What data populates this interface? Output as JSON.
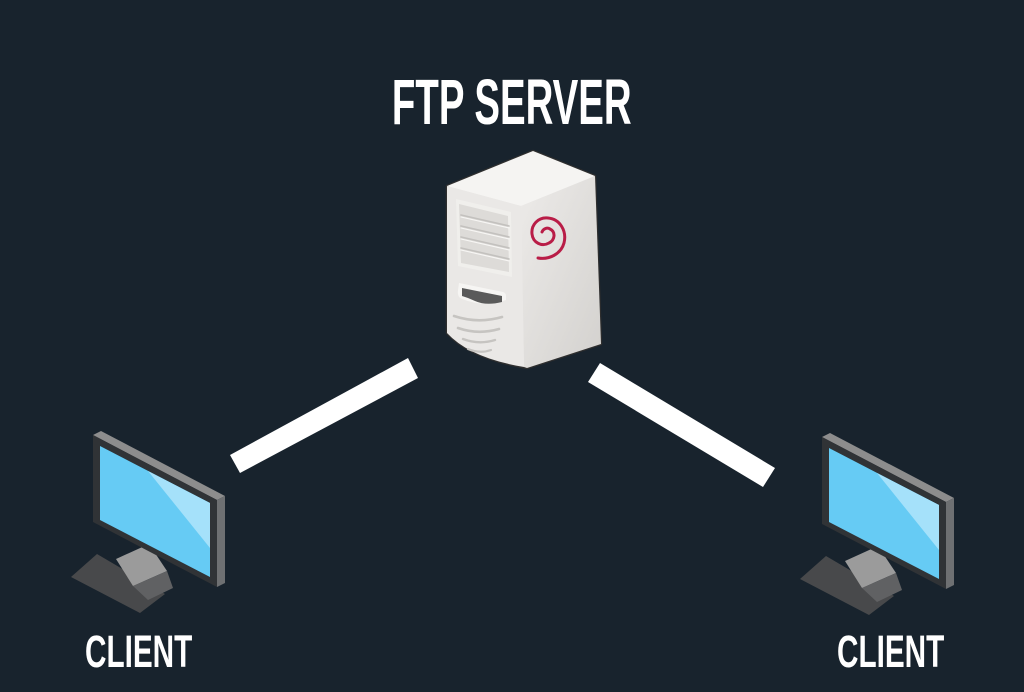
{
  "diagram": {
    "type": "network-topology",
    "server": {
      "label": "FTP SERVER",
      "icon": "debian-server-tower-icon",
      "logo": "debian-swirl-icon"
    },
    "clients": [
      {
        "label": "CLIENT",
        "icon": "desktop-monitor-icon",
        "position": "bottom-left"
      },
      {
        "label": "CLIENT",
        "icon": "desktop-monitor-icon",
        "position": "bottom-right"
      }
    ],
    "connections": [
      {
        "from": "ftp-server",
        "to": "client-left"
      },
      {
        "from": "ftp-server",
        "to": "client-right"
      }
    ],
    "colors": {
      "background": "#18232d",
      "label_text": "#ffffff",
      "connection_line": "#ffffff",
      "tower_body": "#eae8e6",
      "tower_top": "#f5f4f2",
      "debian_red": "#b91d47",
      "monitor_bezel": "#303336",
      "monitor_screen": "#66cbf4",
      "monitor_screen_highlight": "#a5e1fa"
    }
  }
}
